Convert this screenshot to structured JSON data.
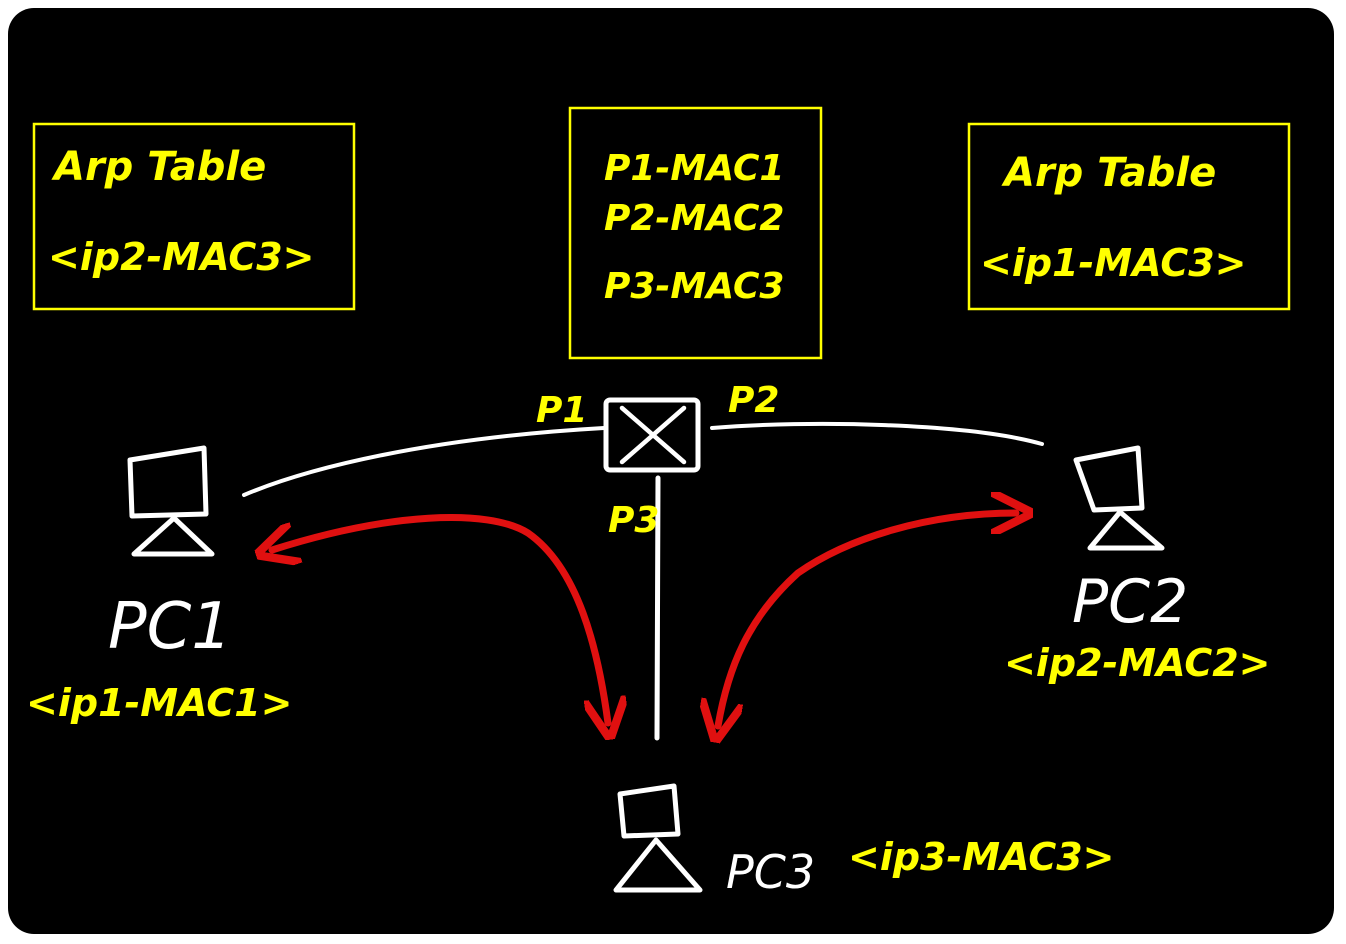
{
  "colors": {
    "background": "#000000",
    "annotation": "#ffff00",
    "device": "#ffffff",
    "arrow": "#e01010"
  },
  "arp_table_left": {
    "title": "Arp Table",
    "entry": "<ip2-MAC3>"
  },
  "mac_table": {
    "rows": [
      "P1-MAC1",
      "P2-MAC2",
      "P3-MAC3"
    ]
  },
  "arp_table_right": {
    "title": "Arp Table",
    "entry": "<ip1-MAC3>"
  },
  "switch": {
    "icon": "switch-icon",
    "ports": [
      "P1",
      "P2",
      "P3"
    ]
  },
  "pc1": {
    "icon": "computer-icon",
    "label": "PC1",
    "address": "<ip1-MAC1>"
  },
  "pc2": {
    "icon": "computer-icon",
    "label": "PC2",
    "address": "<ip2-MAC2>"
  },
  "pc3": {
    "icon": "computer-icon",
    "label": "PC3",
    "address": "<ip3-MAC3>"
  }
}
